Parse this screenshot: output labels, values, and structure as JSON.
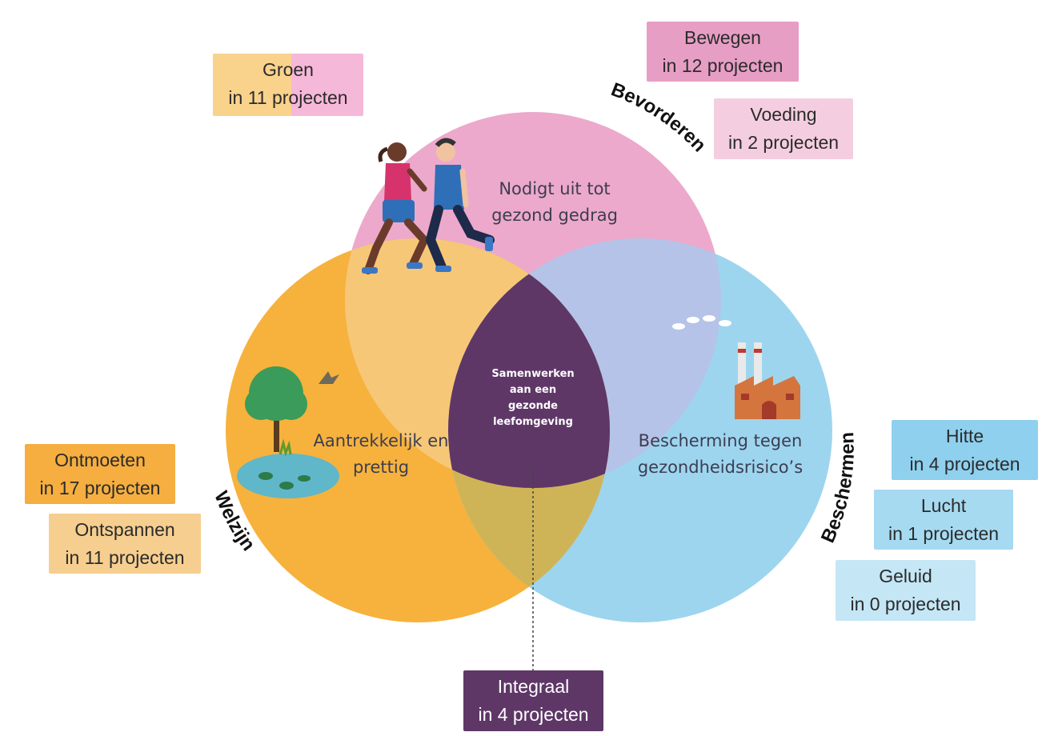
{
  "circles": {
    "top": {
      "label": "Bevorderen",
      "text_line1": "Nodigt uit tot",
      "text_line2": "gezond gedrag",
      "color": "#eca9cc"
    },
    "left": {
      "label": "Welzijn",
      "text_line1": "Aantrekkelijk en",
      "text_line2": "prettig",
      "color": "#f6b23c"
    },
    "right": {
      "label": "Beschermen",
      "text_line1": "Bescherming tegen",
      "text_line2": "gezondheidsrisico’s",
      "color": "#9dd5ef"
    }
  },
  "center": {
    "line1": "Samenwerken",
    "line2": "aan een",
    "line3": "gezonde",
    "line4": "leefomgeving",
    "color": "#5e3767"
  },
  "tags": {
    "groen": {
      "name": "Groen",
      "count": "in 11 projecten"
    },
    "bewegen": {
      "name": "Bewegen",
      "count": "in 12 projecten"
    },
    "voeding": {
      "name": "Voeding",
      "count": "in 2 projecten"
    },
    "ontmoeten": {
      "name": "Ontmoeten",
      "count": "in 17 projecten"
    },
    "ontspannen": {
      "name": "Ontspannen",
      "count": "in 11 projecten"
    },
    "hitte": {
      "name": "Hitte",
      "count": "in 4 projecten"
    },
    "lucht": {
      "name": "Lucht",
      "count": "in 1 projecten"
    },
    "geluid": {
      "name": "Geluid",
      "count": "in 0 projecten"
    },
    "integraal": {
      "name": "Integraal",
      "count": "in 4 projecten"
    }
  },
  "icons": [
    "runners-illustration",
    "tree-pond-illustration",
    "bird-icon",
    "factory-illustration",
    "cloud-icon"
  ]
}
